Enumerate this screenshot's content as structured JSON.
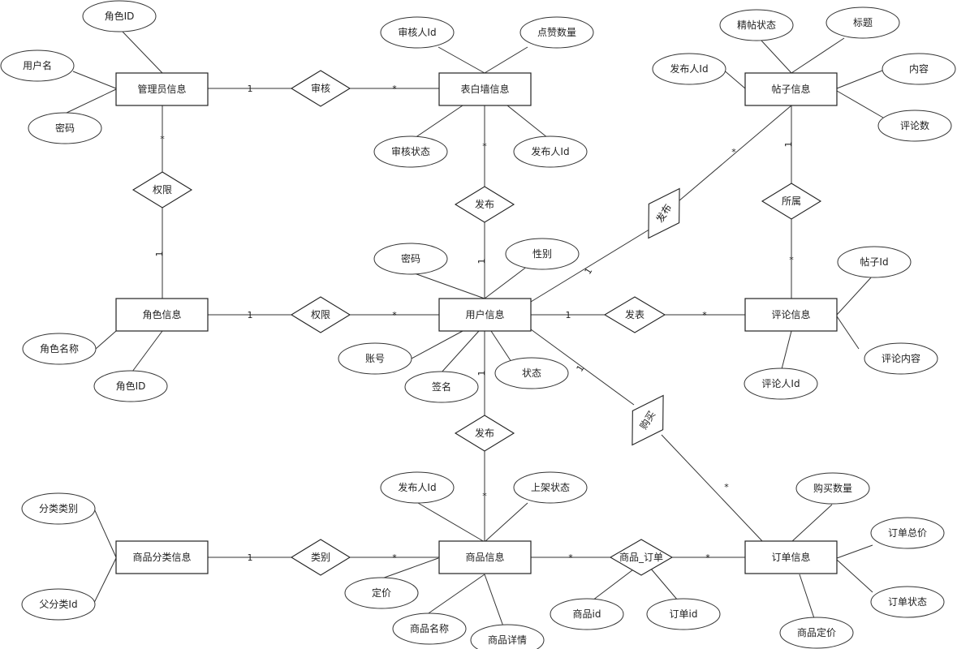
{
  "entities": {
    "admin": "管理员信息",
    "role": "角色信息",
    "wall": "表白墙信息",
    "user": "用户信息",
    "post": "帖子信息",
    "comment": "评论信息",
    "goods": "商品信息",
    "category": "商品分类信息",
    "order": "订单信息"
  },
  "relationships": {
    "audit": "审核",
    "perm_admin_role": "权限",
    "perm_role_user": "权限",
    "publish_wall": "发布",
    "publish_post": "发布",
    "belong": "所属",
    "comment": "发表",
    "publish_goods": "发布",
    "buy": "购买",
    "category": "类别",
    "goods_order": "商品_订单"
  },
  "attributes": {
    "admin_role_id": "角色ID",
    "admin_username": "用户名",
    "admin_password": "密码",
    "role_name": "角色名称",
    "role_id": "角色ID",
    "wall_auditor": "审核人Id",
    "wall_likes": "点赞数量",
    "wall_status": "审核状态",
    "wall_publisher": "发布人Id",
    "user_password": "密码",
    "user_gender": "性别",
    "user_account": "账号",
    "user_signature": "签名",
    "user_status": "状态",
    "post_featured": "精帖状态",
    "post_title": "标题",
    "post_publisher": "发布人Id",
    "post_content": "内容",
    "post_comments": "评论数",
    "comment_post_id": "帖子Id",
    "comment_content": "评论内容",
    "comment_author": "评论人Id",
    "goods_publisher": "发布人Id",
    "goods_shelf": "上架状态",
    "goods_price": "定价",
    "goods_name": "商品名称",
    "goods_detail": "商品详情",
    "cat_type": "分类类别",
    "cat_parent": "父分类Id",
    "order_qty": "购买数量",
    "order_total": "订单总价",
    "order_status": "订单状态",
    "order_price": "商品定价",
    "go_goods_id": "商品id",
    "go_order_id": "订单id"
  },
  "cardinality": {
    "one": "1",
    "many": "*"
  }
}
